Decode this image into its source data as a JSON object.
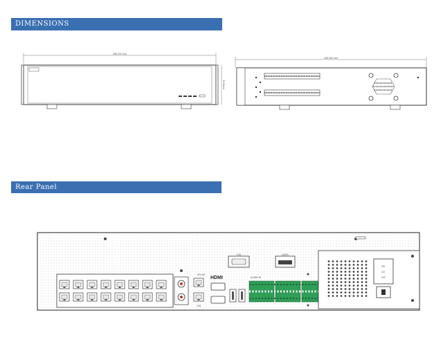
{
  "sections": {
    "dimensions_title": "DIMENSIONS",
    "rear_panel_title": "Rear Panel"
  },
  "front_view": {
    "width_label": "445.00 mm",
    "height_label": "90.00mm"
  },
  "side_view": {
    "depth_label": "436.00 mm"
  },
  "rear_panel": {
    "vga_label": "VGA",
    "hdmi_label": "HDMI",
    "esata_label": "eSATA",
    "uplink_label": "UPLINK",
    "lan_label": "LAN",
    "alarm_in_label": "ALARM IN",
    "power_labels": [
      "220",
      "110",
      "OFF"
    ],
    "poe_port_count": 16,
    "colors": {
      "band": "#3a6fb2",
      "terminal_green": "#2f9e57"
    }
  }
}
